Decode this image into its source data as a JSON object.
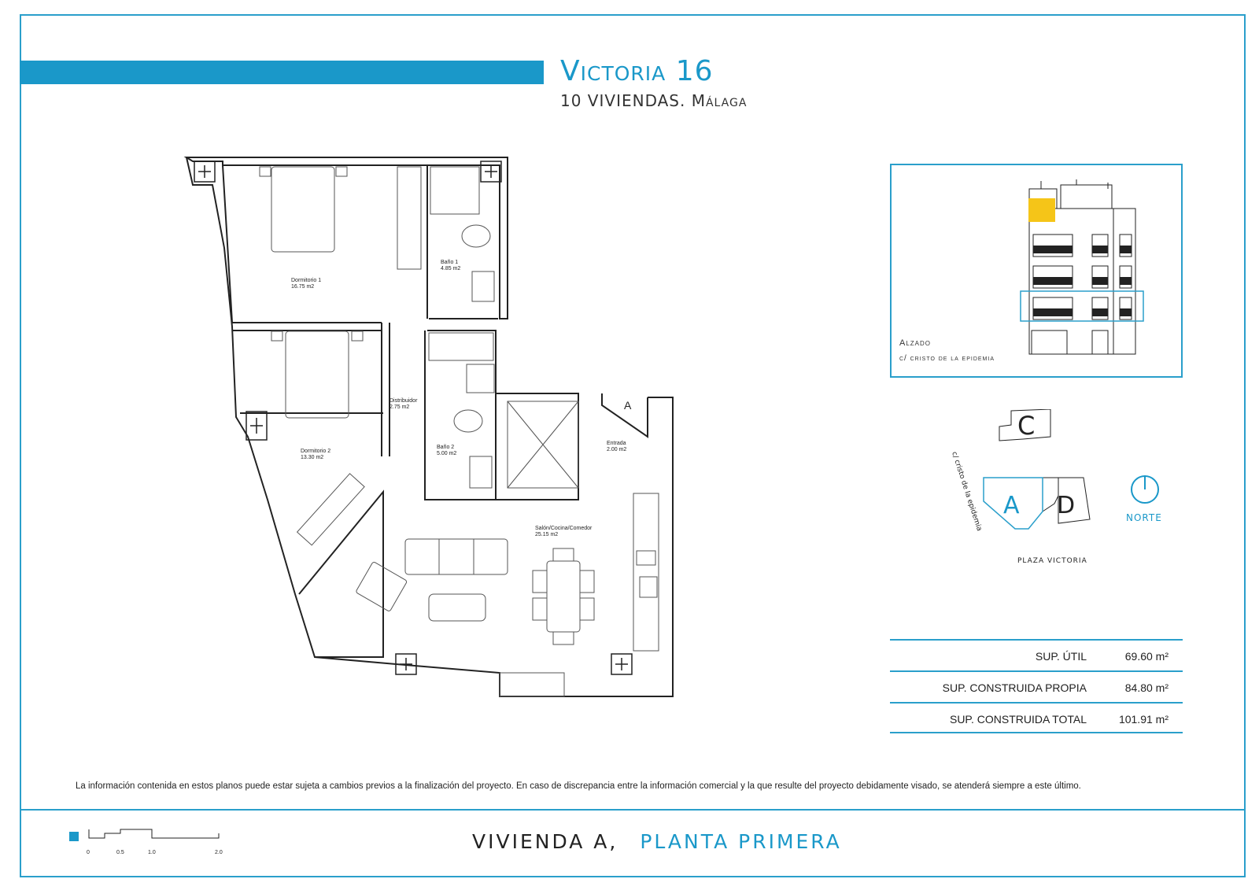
{
  "header": {
    "title": "Victoria 16",
    "subtitle": "10 VIVIENDAS. Málaga"
  },
  "rooms": [
    {
      "name": "Dormitorio 1",
      "area": "16.75 m2"
    },
    {
      "name": "Baño 1",
      "area": "4.85 m2"
    },
    {
      "name": "Dormitorio 2",
      "area": "13.30 m2"
    },
    {
      "name": "Distribuidor",
      "area": "2.75 m2"
    },
    {
      "name": "Baño 2",
      "area": "5.00 m2"
    },
    {
      "name": "Entrada",
      "area": "2.00 m2"
    },
    {
      "name": "Salón/Cocina/Comedor",
      "area": "25.15 m2"
    }
  ],
  "plan_marker": "A",
  "elevation": {
    "title": "Alzado",
    "street": "c/ cristo de la epidemia"
  },
  "keymap": {
    "unit_c": "C",
    "unit_a": "A",
    "unit_d": "D",
    "street": "c/ cristo de la epidemia",
    "square": "PLAZA VICTORIA",
    "north": "NORTE"
  },
  "areas": [
    {
      "label": "SUP. ÚTIL",
      "value": "69.60 m²"
    },
    {
      "label": "SUP. CONSTRUIDA PROPIA",
      "value": "84.80 m²"
    },
    {
      "label": "SUP. CONSTRUIDA TOTAL",
      "value": "101.91 m²"
    }
  ],
  "disclaimer": "La información contenida en estos planos puede estar sujeta a cambios previos a la finalización del proyecto. En caso de discrepancia entre la información comercial y la que resulte del proyecto debidamente visado, se atenderá siempre a este último.",
  "scale": {
    "ticks": [
      "0",
      "0.5",
      "1.0",
      "2.0"
    ]
  },
  "footer": {
    "unit": "VIVIENDA A,",
    "floor": "PLANTA PRIMERA"
  },
  "colors": {
    "accent": "#1a98c9",
    "highlight": "#f5c518"
  }
}
